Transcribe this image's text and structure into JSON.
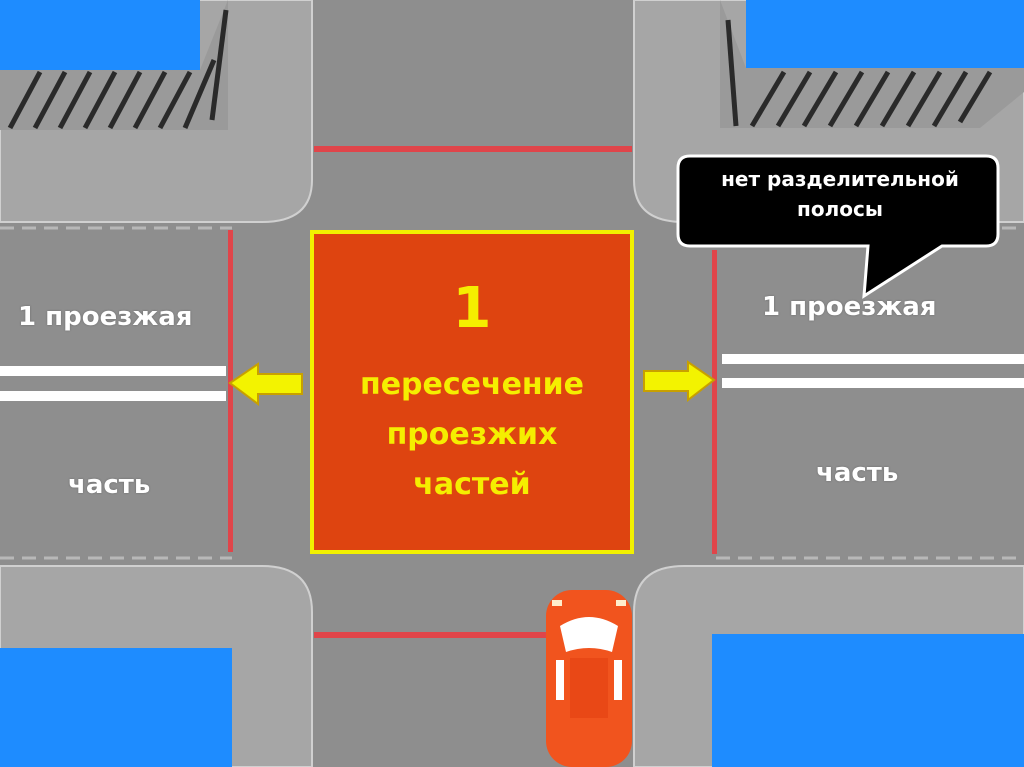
{
  "colors": {
    "road": "#8e8e8e",
    "curb": "#a8a8a8",
    "building_roof": "#1e8cff",
    "stop_line": "#e0454a",
    "panel": "#de4410",
    "panel_text": "#f5ee00",
    "arrow": "#f3f300",
    "callout": "#000000",
    "car": "#f1541e"
  },
  "center_panel": {
    "number": "1",
    "line1": "пересечение",
    "line2": "проезжих",
    "line3": "частей"
  },
  "road_labels": {
    "left_line1": "1 проезжая",
    "left_line2": "часть",
    "right_line1": "1 проезжая",
    "right_line2": "часть"
  },
  "callout": {
    "line1": "нет разделительной",
    "line2": "полосы"
  },
  "icons": {
    "left_arrow": "arrow-left-icon",
    "right_arrow": "arrow-right-icon",
    "car": "car-icon"
  }
}
